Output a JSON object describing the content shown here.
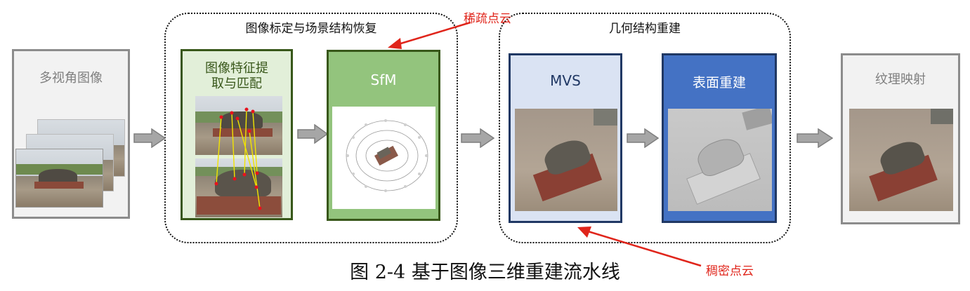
{
  "caption": "图 2-4  基于图像三维重建流水线",
  "nodes": {
    "input": "多视角图像",
    "feature": "图像特征提\n取与匹配",
    "sfm": "SfM",
    "mvs": "MVS",
    "surface": "表面重建",
    "texture": "纹理映射"
  },
  "groups": {
    "calibration": "图像标定与场景结构恢复",
    "geometry": "几何结构重建"
  },
  "annotations": {
    "sparse": "稀疏点云",
    "dense": "稠密点云"
  },
  "colors": {
    "gray_box": "#f2f2f2",
    "gray_border": "#8c8c8c",
    "green_light": "#e2efd9",
    "green_mid": "#93c47d",
    "green_border": "#38571a",
    "blue_light": "#dae3f3",
    "blue_mid": "#4472c4",
    "blue_border": "#203864",
    "arrow_fill": "#a6a6a6",
    "annotation_red": "#e0251b"
  }
}
